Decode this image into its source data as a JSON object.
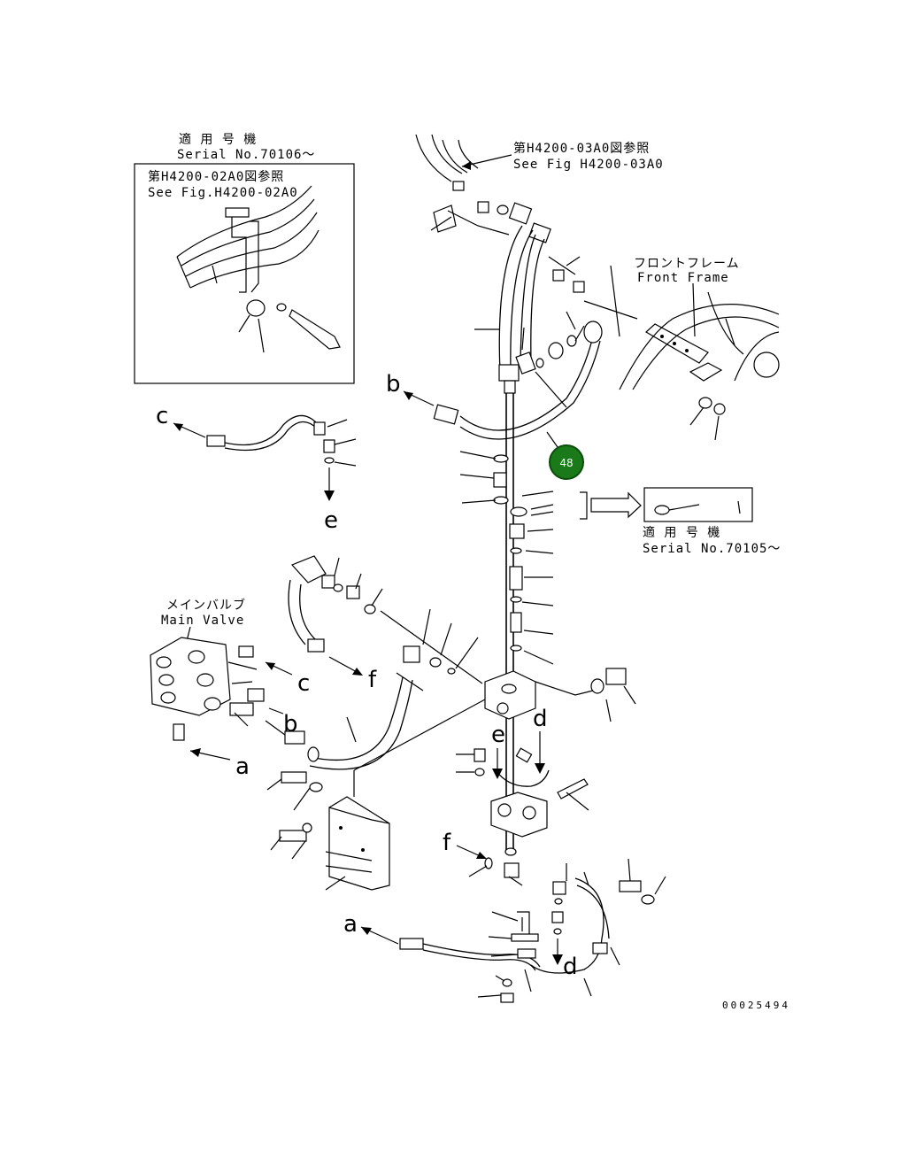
{
  "inset_top_left": {
    "serial_ja": "適 用 号 機",
    "serial_en": "Serial No.70106～",
    "ref_ja": "第H4200-02A0図参照",
    "ref_en": "See Fig.H4200-02A0"
  },
  "ref_top": {
    "ja": "第H4200-03A0図参照",
    "en": "See Fig H4200-03A0"
  },
  "front_frame": {
    "ja": "フロントフレーム",
    "en": "Front Frame"
  },
  "main_valve": {
    "ja": "メインバルブ",
    "en": "Main Valve"
  },
  "inset_right": {
    "serial_ja": "適 用 号 機",
    "serial_en": "Serial No.70105～"
  },
  "callout": {
    "number": "48",
    "color": "#1a7a1a"
  },
  "port_letters": {
    "a": "a",
    "b": "b",
    "c": "c",
    "d": "d",
    "e": "e",
    "f": "f"
  },
  "drawing_number": "00025494"
}
